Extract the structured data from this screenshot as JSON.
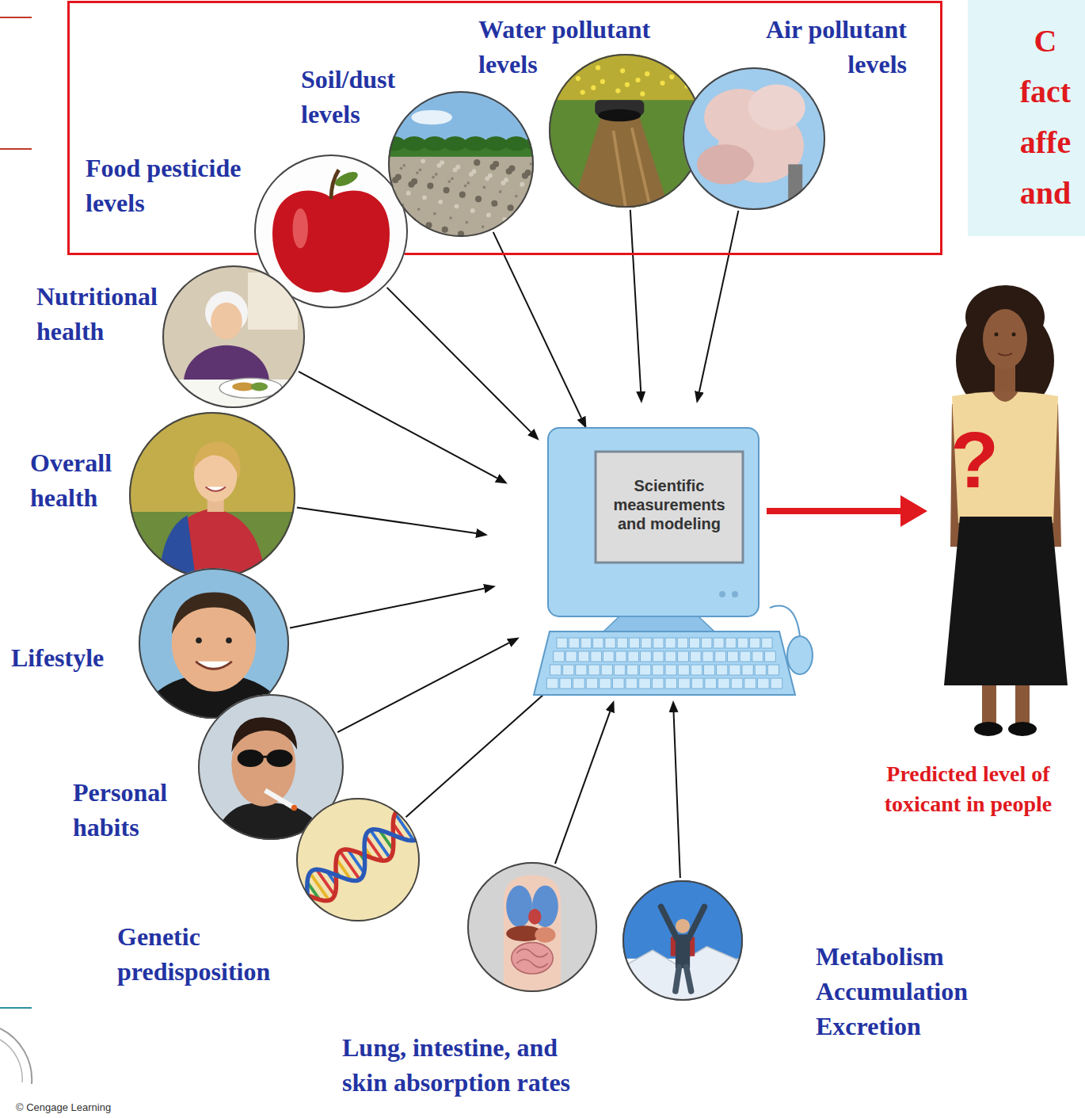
{
  "diagram": {
    "nodes": [
      {
        "text": []
      },
      {
        "text": [
          "Food pesticide levels"
        ],
        "in": 0
      },
      {
        "text": [
          "Soil/dust levels"
        ],
        "in": 0
      },
      {
        "text": [
          "Water pollutant levels"
        ],
        "in": 0
      },
      {
        "text": [
          "Air pollutant levels"
        ],
        "in": 0
      },
      {
        "text": [
          "C fact affe and"
        ]
      },
      {
        "text": [
          "Nutritional health"
        ]
      },
      {
        "text": [
          "Overall health"
        ]
      },
      {
        "text": [
          "Lifestyle"
        ]
      },
      {
        "text": [
          "Personal habits"
        ]
      },
      {
        "text": [
          "Genetic predisposition"
        ]
      },
      {
        "text": [
          "Lung, intestine, and skin absorption rates"
        ]
      },
      {
        "text": [
          "Metabolism Accumulation Excretion"
        ]
      },
      {
        "text": [
          "Scientific measurements and modeling"
        ]
      },
      {
        "text": [
          "?",
          "Predicted level of toxicant in people"
        ]
      }
    ],
    "edges": [
      {
        "from": 1,
        "to": 13,
        "arrow": "to"
      },
      {
        "from": 2,
        "to": 13,
        "arrow": "to"
      },
      {
        "from": 3,
        "to": 13,
        "arrow": "to"
      },
      {
        "from": 4,
        "to": 13,
        "arrow": "to"
      },
      {
        "from": 6,
        "to": 13,
        "arrow": "to"
      },
      {
        "from": 7,
        "to": 13,
        "arrow": "to"
      },
      {
        "from": 8,
        "to": 13,
        "arrow": "to"
      },
      {
        "from": 9,
        "to": 13,
        "arrow": "to"
      },
      {
        "from": 10,
        "to": 13,
        "arrow": "to"
      },
      {
        "from": 11,
        "to": 13,
        "arrow": "to"
      },
      {
        "from": 12,
        "to": 13,
        "arrow": "to"
      },
      {
        "from": 13,
        "to": 14,
        "arrow": "to"
      }
    ],
    "labels": [
      "© Cengage Learning"
    ]
  }
}
